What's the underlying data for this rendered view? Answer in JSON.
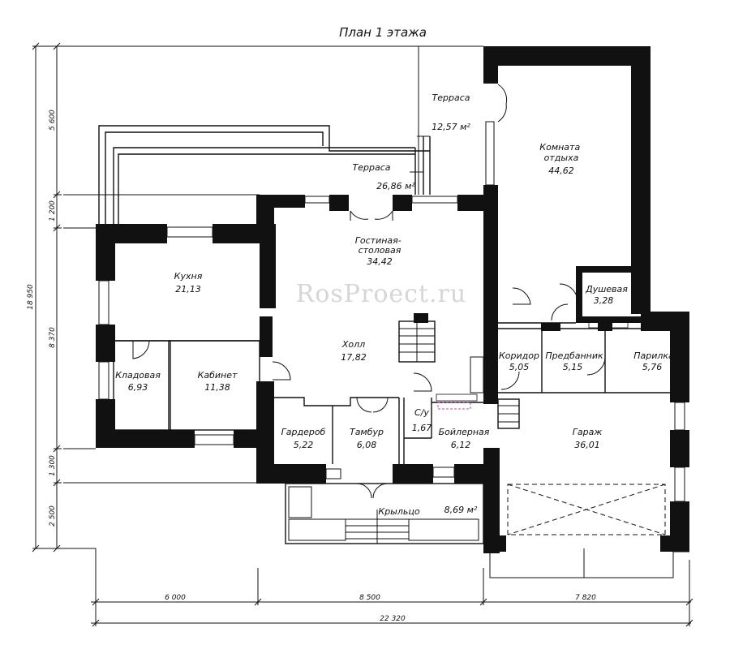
{
  "title": "План 1 этажа",
  "watermark": "RosProect.ru",
  "rooms": {
    "terrace_top": {
      "name": "Терраса",
      "area": "12,57 м²"
    },
    "rest_room": {
      "name": "Комната\nотдыха",
      "area": "44,62"
    },
    "terrace_main": {
      "name": "Терраса",
      "area": "26,86 м²"
    },
    "living": {
      "name": "Гостиная-\nстоловая",
      "area": "34,42"
    },
    "kitchen": {
      "name": "Кухня",
      "area": "21,13"
    },
    "shower": {
      "name": "Душевая",
      "area": "3,28"
    },
    "hall": {
      "name": "Холл",
      "area": "17,82"
    },
    "corridor": {
      "name": "Коридор",
      "area": "5,05"
    },
    "predbannik": {
      "name": "Предбанник",
      "area": "5,15"
    },
    "sauna": {
      "name": "Парилка",
      "area": "5,76"
    },
    "pantry": {
      "name": "Кладовая",
      "area": "6,93"
    },
    "office": {
      "name": "Кабинет",
      "area": "11,38"
    },
    "wardrobe": {
      "name": "Гардероб",
      "area": "5,22"
    },
    "vestibule": {
      "name": "Тамбур",
      "area": "6,08"
    },
    "wc": {
      "name": "С/у",
      "area": "1,67"
    },
    "boiler": {
      "name": "Бойлерная",
      "area": "6,12"
    },
    "garage": {
      "name": "Гараж",
      "area": "36,01"
    },
    "porch": {
      "name": "Крыльцо",
      "area": "8,69 м²"
    }
  },
  "dimensions": {
    "left_total": "18 950",
    "left_1": "5 600",
    "left_2": "1 200",
    "left_3": "8 370",
    "left_4": "1 300",
    "left_5": "2 500",
    "bottom_1": "6 000",
    "bottom_2": "8 500",
    "bottom_3": "7 820",
    "bottom_total": "22 320"
  }
}
